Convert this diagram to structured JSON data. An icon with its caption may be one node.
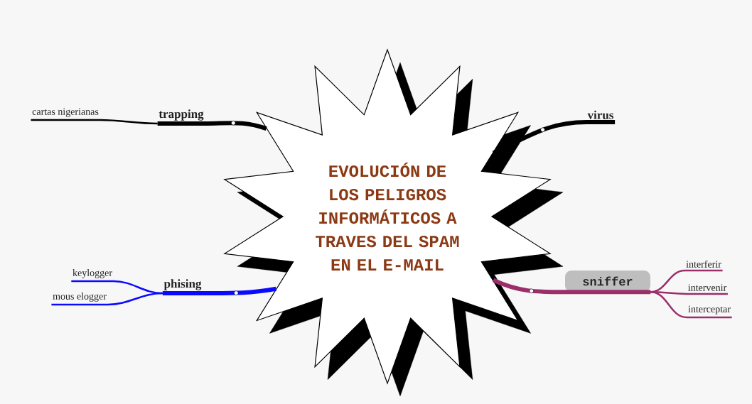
{
  "diagram": {
    "nodes": [
      {
        "text": [
          "EVOLUCIÓN DE LOS PELIGROS INFORMÁTICOS A TRAVES DEL SPAM EN EL E-MAIL"
        ]
      },
      {
        "text": [
          "trapping"
        ]
      },
      {
        "text": [
          "cartas nigerianas"
        ]
      },
      {
        "text": [
          "virus"
        ]
      },
      {
        "text": [
          "phising"
        ]
      },
      {
        "text": [
          "keylogger"
        ]
      },
      {
        "text": [
          "mous elogger"
        ]
      },
      {
        "text": [
          "sniffer"
        ]
      },
      {
        "text": [
          "interferir"
        ]
      },
      {
        "text": [
          "intervenir"
        ]
      },
      {
        "text": [
          "interceptar"
        ]
      }
    ],
    "edges": [
      {
        "from": 0,
        "to": 1,
        "arrow": "none",
        "style": "thick",
        "color": "#000000"
      },
      {
        "from": 1,
        "to": 2,
        "arrow": "none",
        "color": "#000000"
      },
      {
        "from": 0,
        "to": 3,
        "arrow": "none",
        "style": "thick",
        "color": "#000000"
      },
      {
        "from": 0,
        "to": 4,
        "arrow": "none",
        "style": "thick",
        "color": "#0a0aff"
      },
      {
        "from": 4,
        "to": 5,
        "arrow": "none",
        "color": "#0a0aff"
      },
      {
        "from": 4,
        "to": 6,
        "arrow": "none",
        "color": "#0a0aff"
      },
      {
        "from": 0,
        "to": 7,
        "arrow": "none",
        "style": "thick",
        "color": "#9b2f6a"
      },
      {
        "from": 7,
        "to": 8,
        "arrow": "none",
        "color": "#9b2f6a"
      },
      {
        "from": 7,
        "to": 9,
        "arrow": "none",
        "color": "#9b2f6a"
      },
      {
        "from": 7,
        "to": 10,
        "arrow": "none",
        "color": "#9b2f6a"
      }
    ]
  }
}
